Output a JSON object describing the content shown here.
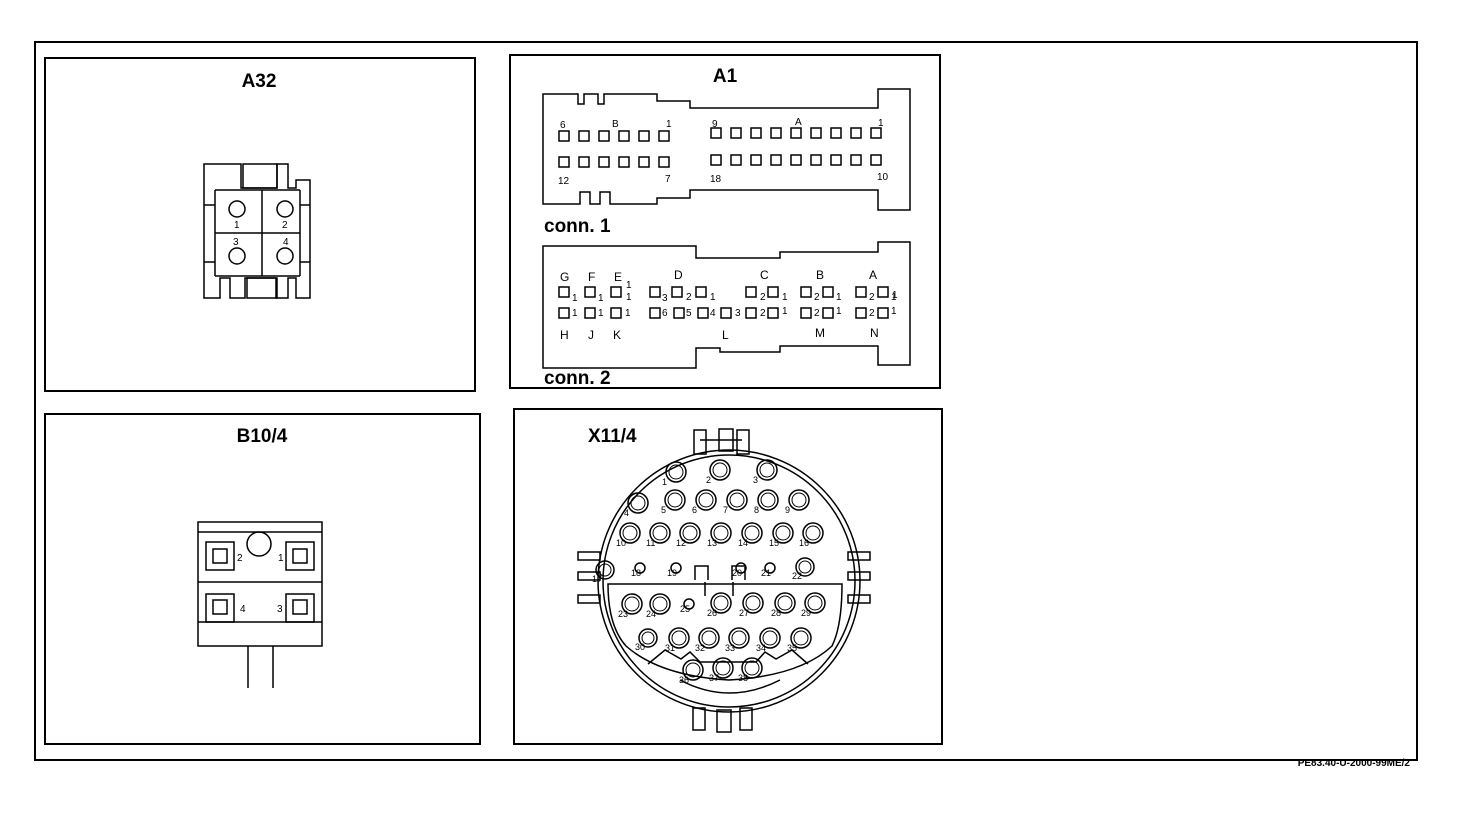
{
  "reference": "PE83.40-U-2000-99ME/2",
  "a32": {
    "title": "A32",
    "pins": [
      "1",
      "2",
      "3",
      "4"
    ]
  },
  "a1": {
    "title": "A1",
    "conn1_label": "conn. 1",
    "conn2_label": "conn. 2",
    "conn1_labels": [
      "6",
      "B",
      "1",
      "9",
      "A",
      "1",
      "12",
      "7",
      "18",
      "10"
    ],
    "conn2_letters": [
      "G",
      "F",
      "E",
      "D",
      "C",
      "B",
      "A",
      "H",
      "J",
      "K",
      "L",
      "M",
      "N"
    ]
  },
  "b10": {
    "title": "B10/4",
    "pins": [
      "2",
      "1",
      "4",
      "3"
    ]
  },
  "x11": {
    "title": "X11/4"
  }
}
